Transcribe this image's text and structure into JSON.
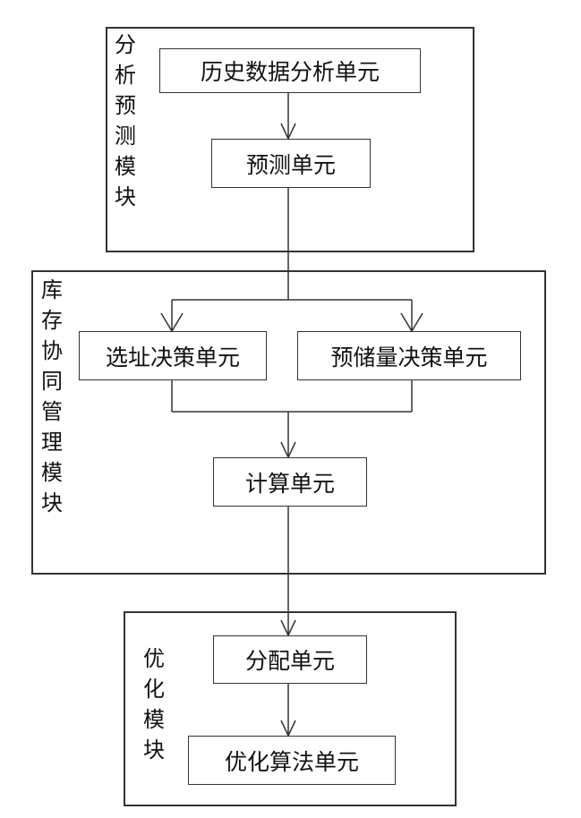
{
  "modules": {
    "analysis": {
      "label": [
        "分",
        "析",
        "预",
        "测",
        "模",
        "块"
      ],
      "units": {
        "history": "历史数据分析单元",
        "forecast": "预测单元"
      }
    },
    "inventory": {
      "label": [
        "库",
        "存",
        "协",
        "同",
        "管",
        "理",
        "模",
        "块"
      ],
      "units": {
        "site": "选址决策单元",
        "prestock": "预储量决策单元",
        "calc": "计算单元"
      }
    },
    "optimize": {
      "label": [
        "优",
        "化",
        "模",
        "块"
      ],
      "units": {
        "allocate": "分配单元",
        "algorithm": "优化算法单元"
      }
    }
  }
}
